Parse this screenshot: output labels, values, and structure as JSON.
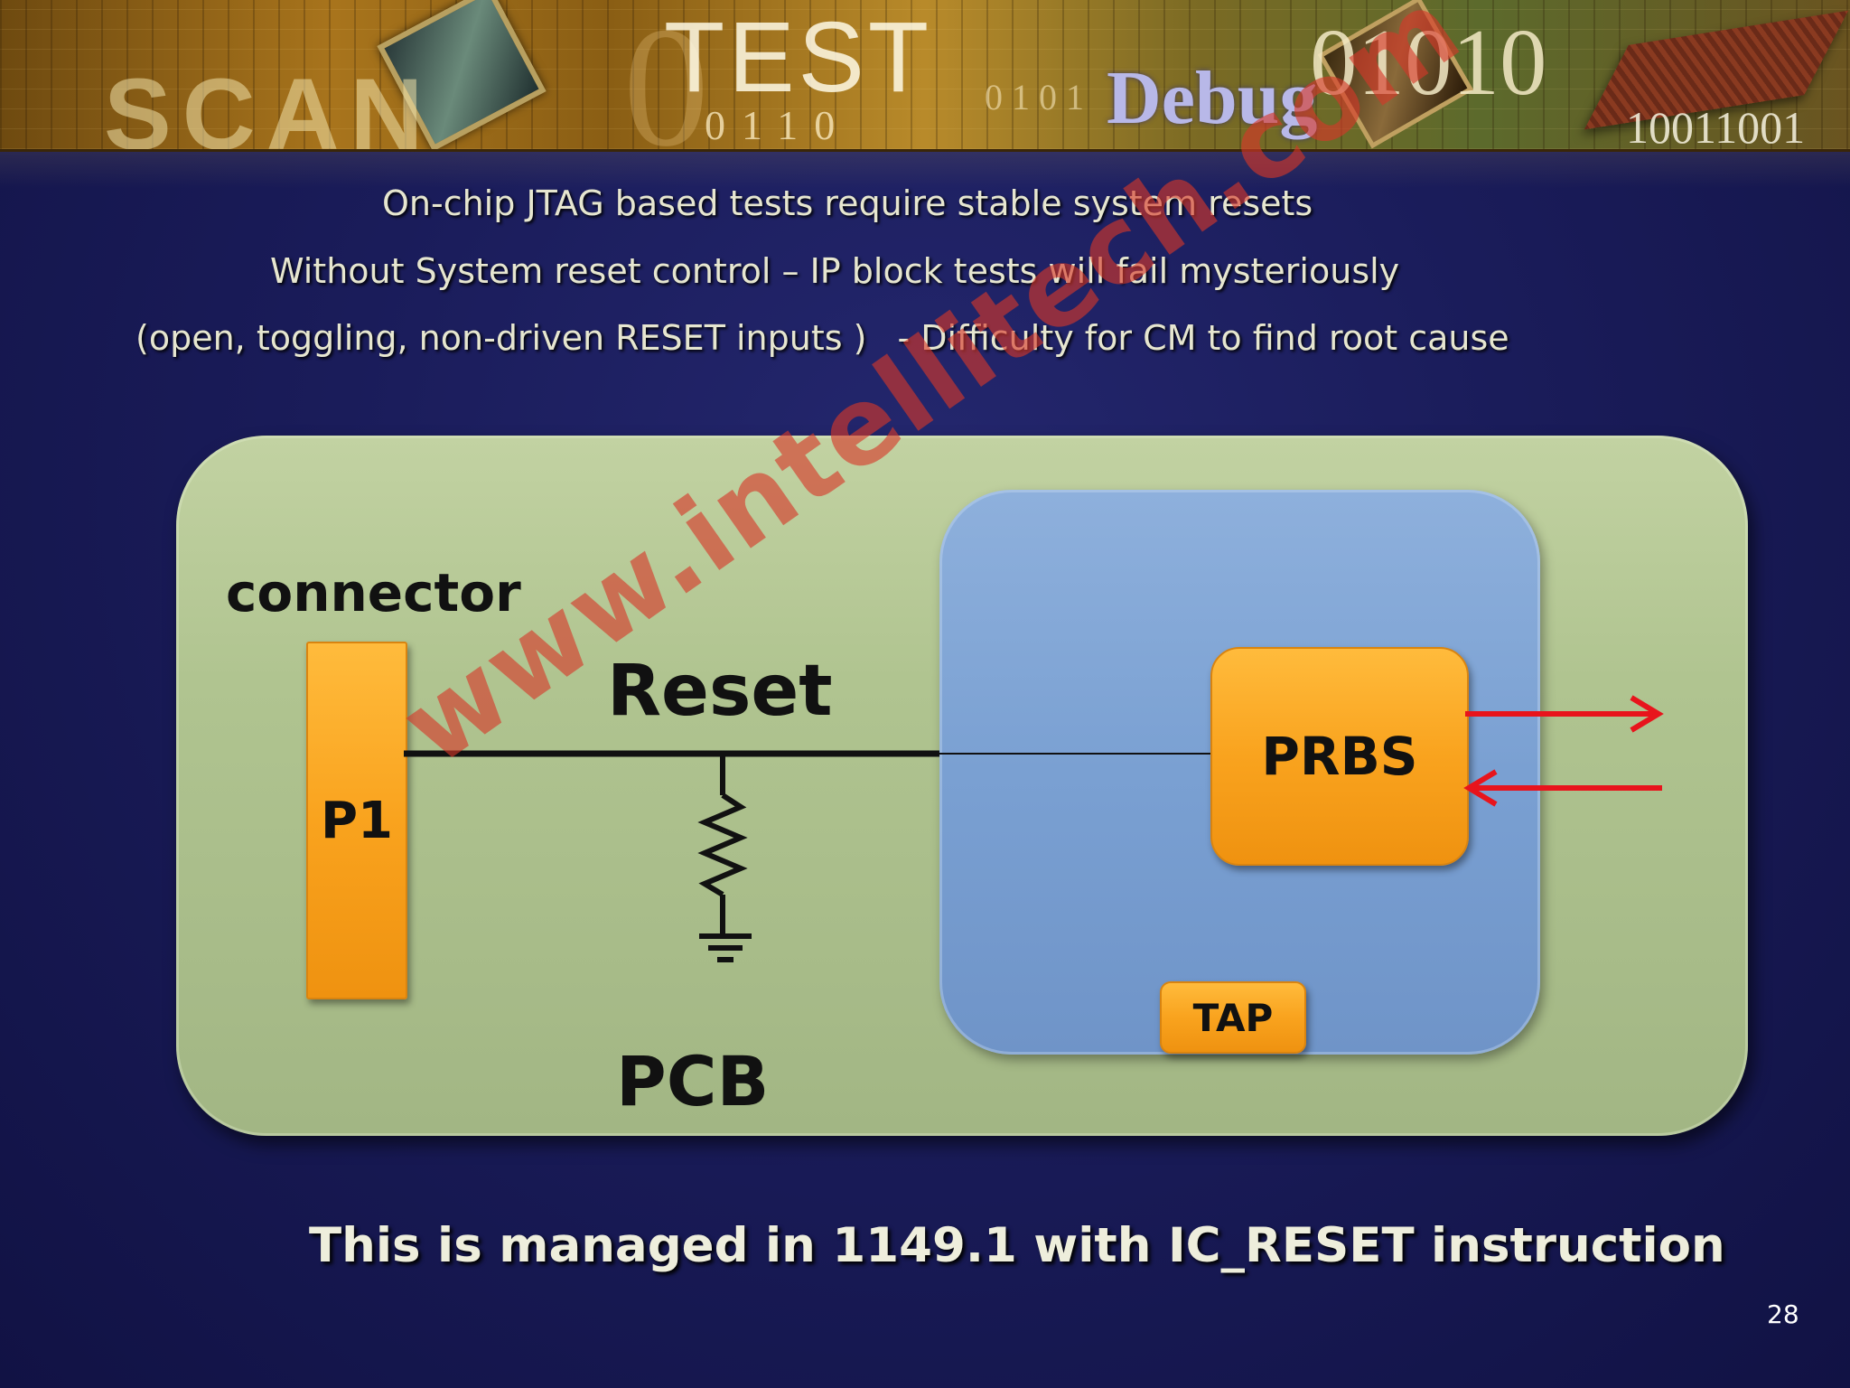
{
  "banner": {
    "word_scan": "SCAN",
    "word_test": "TEST",
    "digit_zero": "0",
    "bits_left": "0110",
    "bits_mid": "0101",
    "word_debug": "Debug",
    "binary_top": "01010",
    "binary_bottom": "10011001"
  },
  "header": {
    "line1": "On-chip JTAG based tests require stable  system resets",
    "line2": "Without System reset control – IP block tests will fail mysteriously",
    "line3_a": "(open, toggling, non-driven RESET inputs )",
    "line3_b": "- Difficulty for CM to find root cause"
  },
  "diagram": {
    "connector_label": "connector",
    "p1_label": "P1",
    "reset_label": "Reset",
    "pcb_label": "PCB",
    "prbs_label": "PRBS",
    "tap_label": "TAP",
    "colors": {
      "pcb": "#b0c490",
      "chip": "#7aa0d2",
      "block": "#f9a31e",
      "arrow": "#e8141c"
    }
  },
  "watermark": "www.intellitech.com",
  "footer": "This is managed in 1149.1 with IC_RESET instruction",
  "page_number": "28"
}
